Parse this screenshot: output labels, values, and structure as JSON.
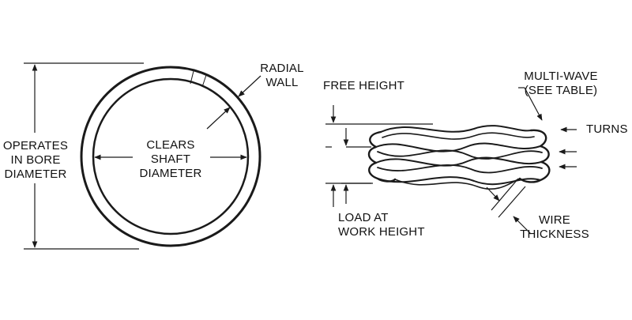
{
  "colors": {
    "ink": "#1a1a1a",
    "background": "#ffffff"
  },
  "ring_view": {
    "bore_label": [
      "OPERATES",
      "IN BORE",
      "DIAMETER"
    ],
    "shaft_label": [
      "CLEARS",
      "SHAFT",
      "DIAMETER"
    ],
    "wall_label": [
      "RADIAL",
      "WALL"
    ]
  },
  "side_view": {
    "free_height": "FREE HEIGHT",
    "multi_wave": [
      "MULTI-WAVE",
      "(SEE TABLE)"
    ],
    "turns": "TURNS",
    "load": [
      "LOAD AT",
      "WORK HEIGHT"
    ],
    "wire": [
      "WIRE",
      "THICKNESS"
    ]
  }
}
